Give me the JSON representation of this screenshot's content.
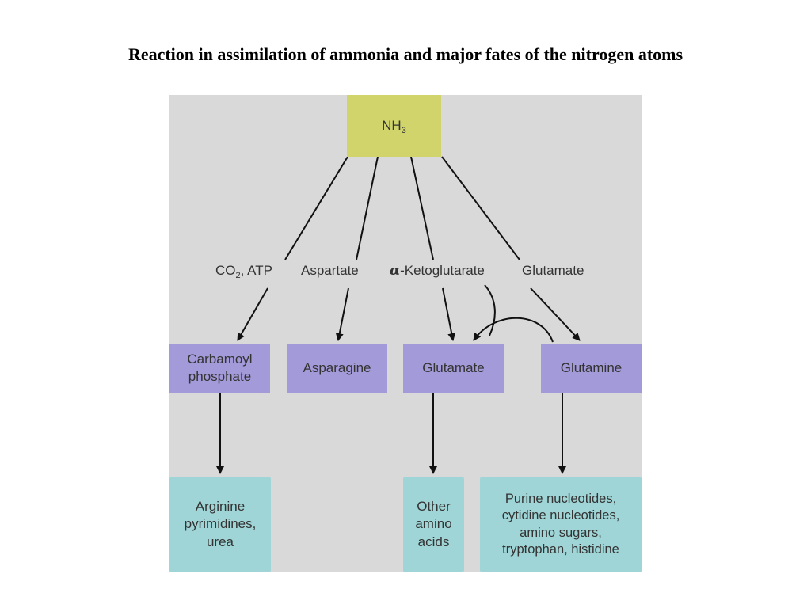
{
  "title": "Reaction in assimilation of ammonia and major fates of the nitrogen atoms",
  "source": {
    "label": "NH",
    "subscript": "3"
  },
  "reagents": {
    "co2_atp": {
      "pre": "CO",
      "sub": "2",
      "post": ", ATP"
    },
    "aspartate": "Aspartate",
    "ketoglutarate": {
      "symbol": "α",
      "text": "-Ketoglutarate"
    },
    "glutamate": "Glutamate"
  },
  "products": {
    "carbamoyl": [
      "Carbamoyl",
      "phosphate"
    ],
    "asparagine": [
      "Asparagine"
    ],
    "glutamate": [
      "Glutamate"
    ],
    "glutamine": [
      "Glutamine"
    ]
  },
  "fates": {
    "arginine": [
      "Arginine",
      "pyrimidines,",
      "urea"
    ],
    "other_amino": [
      "Other",
      "amino",
      "acids"
    ],
    "purine": [
      "Purine nucleotides,",
      "cytidine nucleotides,",
      "amino sugars,",
      "tryptophan, histidine"
    ]
  },
  "colors": {
    "background": "#d9d9d9",
    "source_box": "#d1d46a",
    "product_box": "#a39ad9",
    "fate_box": "#9fd5d6"
  }
}
